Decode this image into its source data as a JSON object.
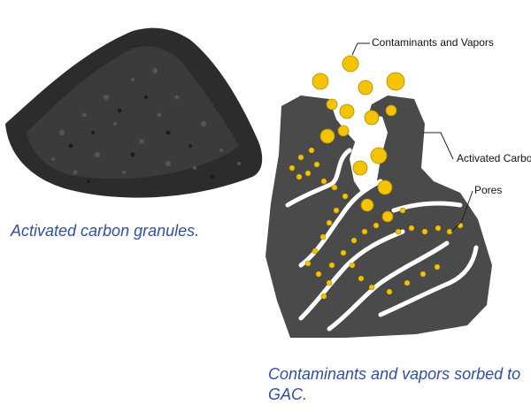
{
  "captions": {
    "left": "Activated carbon granules.",
    "right": "Contaminants and vapors sorbed to GAC."
  },
  "diagram": {
    "labels": {
      "contaminants": "Contaminants and Vapors",
      "activated_carbon": "Activated Carbon",
      "pores": "Pores"
    }
  },
  "colors": {
    "caption": "#2f4fa3",
    "carbon": "#4a4a4a",
    "contaminant": "#f5c400"
  }
}
